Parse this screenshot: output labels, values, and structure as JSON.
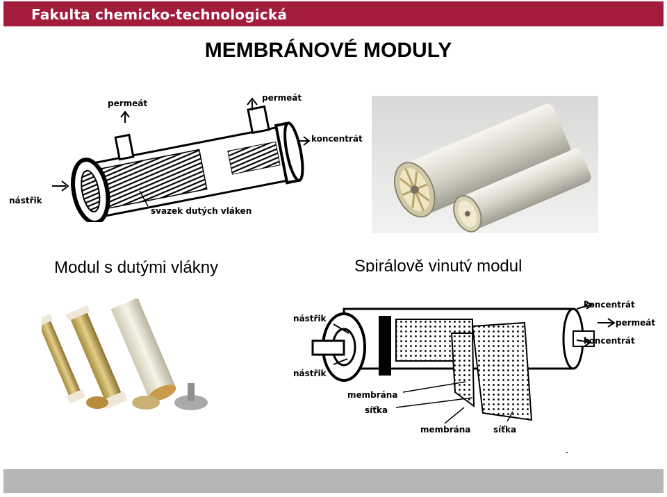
{
  "header": {
    "faculty": "Fakulta chemicko-technologická",
    "color": "#a31c3c"
  },
  "slide": {
    "title": "MEMBRÁNOVÉ MODULY"
  },
  "captions": {
    "hollow_fiber": "Modul s dutými vlákny",
    "spiral": "Spirálově vinutý modul"
  },
  "hollow_fiber_diagram": {
    "permeate_top": "permeát",
    "permeate_right": "permeát",
    "concentrate": "koncentrát",
    "feed": "nástřik",
    "fiber_bundle": "svazek dutých vláken"
  },
  "spiral_diagram": {
    "feed_top": "nástřik",
    "feed_bottom": "nástřik",
    "concentrate_top": "koncentrát",
    "permeate": "permeát",
    "concentrate_bottom": "koncentrát",
    "membrane_left": "membrána",
    "spacer_left": "síťka",
    "membrane_bottom": "membrána",
    "spacer_bottom": "síťka"
  },
  "footer": {
    "color": "#b5b5b5"
  }
}
